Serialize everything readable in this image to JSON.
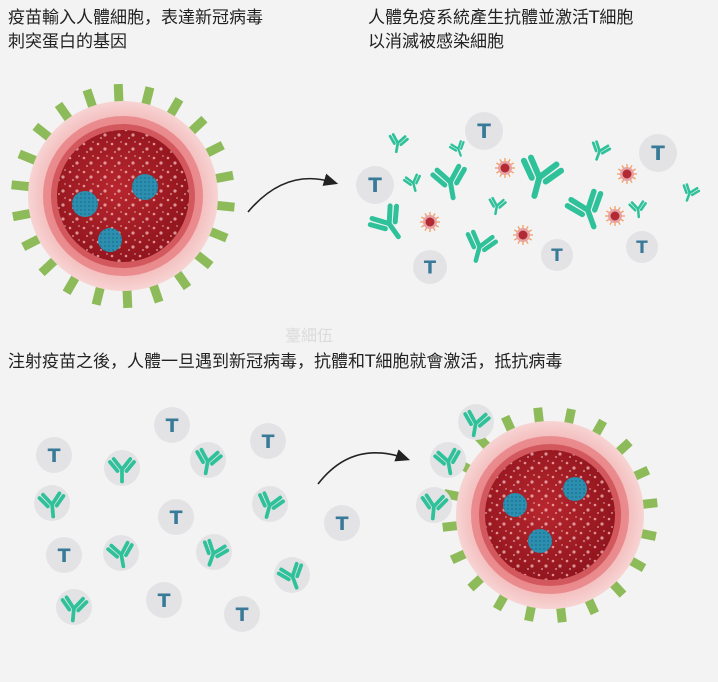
{
  "top_left_caption": {
    "line1": "疫苗輸入人體細胞，表達新冠病毒",
    "line2": "刺突蛋白的基因"
  },
  "top_right_caption": {
    "line1": "人體免疫系統產生抗體並激活T細胞",
    "line2": "以消滅被感染細胞"
  },
  "bottom_caption": "注射疫苗之後，人體一旦遇到新冠病毒，抗體和T細胞就會激活，抵抗病毒",
  "tcell_letter": "T",
  "watermark": "臺細伍",
  "colors": {
    "background": "#f3f3f3",
    "antibody": "#2fc29a",
    "tcell_bg": "#e3e3e6",
    "tcell_letter": "#3a7a99",
    "spike": "#8dbb5a",
    "cell_outer": "#f2b7b6",
    "cell_inner": "#a51c24",
    "nucleus": "#2d8fb0"
  }
}
